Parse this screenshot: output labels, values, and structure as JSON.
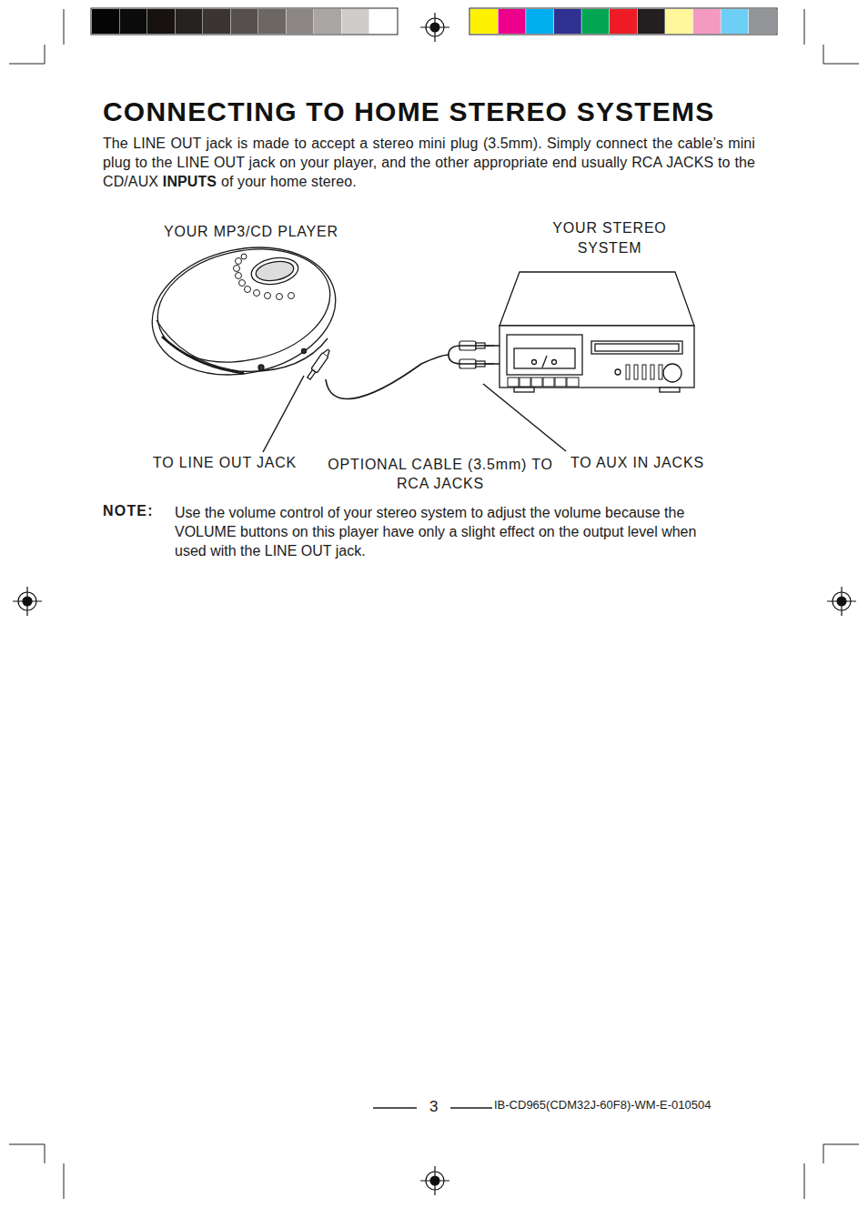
{
  "diagram": {
    "title": "CONNECTING TO HOME STEREO SYSTEMS",
    "nodes": [
      {
        "text": [
          "YOUR MP3/CD PLAYER"
        ]
      },
      {
        "text": [
          "YOUR STEREO SYSTEM"
        ]
      }
    ],
    "edges": [
      {
        "from": 0,
        "to": 1,
        "arrow": "none"
      }
    ],
    "labels": [
      "The LINE OUT jack is made to accept a stereo mini plug (3.5mm). Simply connect the cable’s mini plug to the LINE OUT jack on your player, and the other appropriate end usually RCA JACKS to the CD/AUX",
      "INPUTS",
      "of your home stereo.",
      "TO LINE OUT JACK",
      "OPTIONAL CABLE (3.5mm) TO RCA JACKS",
      "TO AUX IN JACKS",
      "NOTE:",
      "Use the volume control of your stereo system to adjust the volume because the VOLUME buttons on this player have only a slight effect on the output level when used with the LINE OUT jack.",
      "3",
      "IB-CD965(CDM32J-60F8)-WM-E-010504"
    ]
  }
}
